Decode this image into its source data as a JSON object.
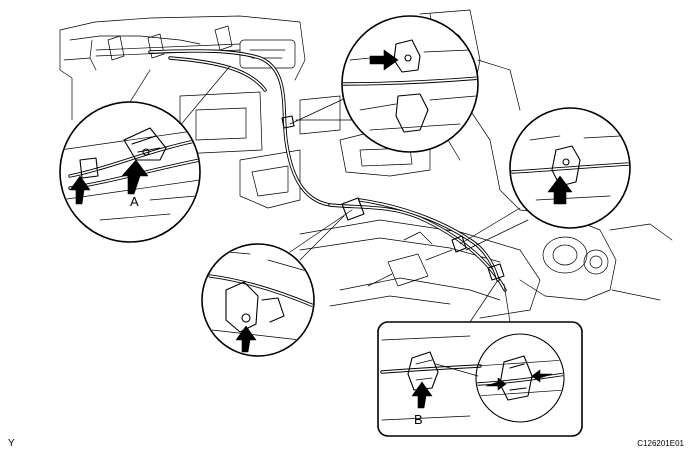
{
  "labels": {
    "clamp_a": "A",
    "clamp_b": "B",
    "view_mark": "Y",
    "figure_code": "C126201E01"
  },
  "icons": [
    "arrow-icon"
  ],
  "colors": {
    "ink": "#000000",
    "paper": "#ffffff"
  }
}
